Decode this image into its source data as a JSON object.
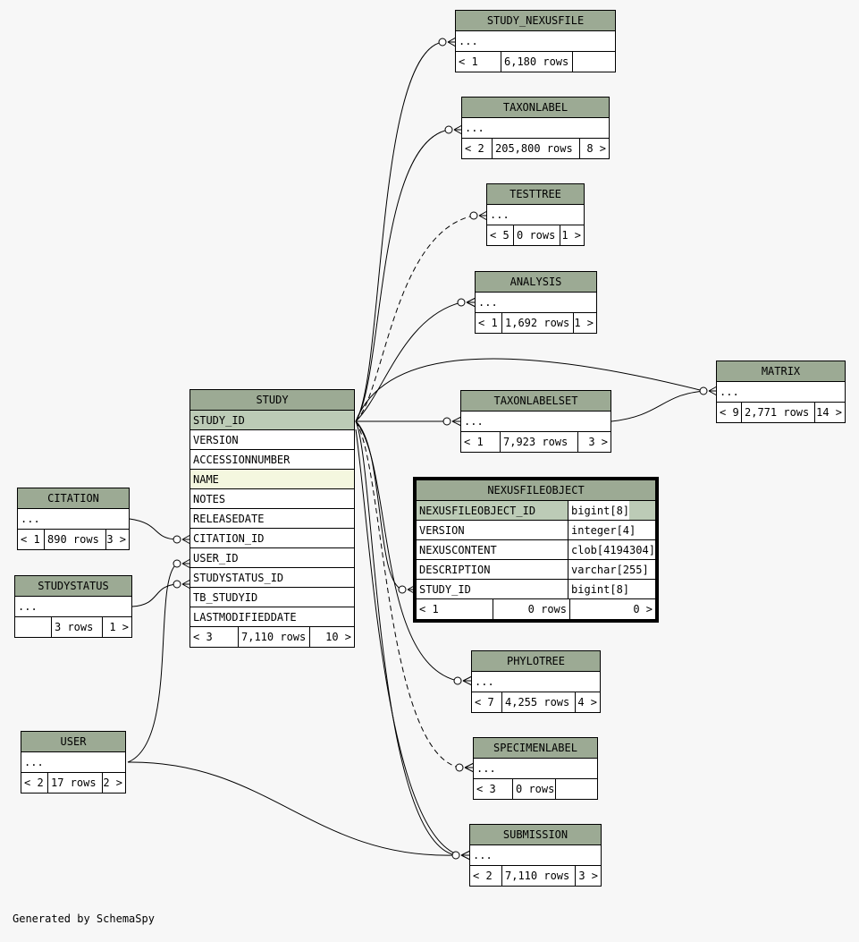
{
  "footer_text": "Generated by SchemaSpy",
  "tables": {
    "study_nexusfile": {
      "name": "STUDY_NEXUSFILE",
      "ellipsis": "...",
      "parents": "< 1",
      "rows": "6,180 rows",
      "children": ""
    },
    "taxonlabel": {
      "name": "TAXONLABEL",
      "ellipsis": "...",
      "parents": "< 2",
      "rows": "205,800 rows",
      "children": "8 >"
    },
    "testtree": {
      "name": "TESTTREE",
      "ellipsis": "...",
      "parents": "< 5",
      "rows": "0 rows",
      "children": "1 >"
    },
    "analysis": {
      "name": "ANALYSIS",
      "ellipsis": "...",
      "parents": "< 1",
      "rows": "1,692 rows",
      "children": "1 >"
    },
    "matrix": {
      "name": "MATRIX",
      "ellipsis": "...",
      "parents": "< 9",
      "rows": "2,771 rows",
      "children": "14 >"
    },
    "taxonlabelset": {
      "name": "TAXONLABELSET",
      "ellipsis": "...",
      "parents": "< 1",
      "rows": "7,923 rows",
      "children": "3 >"
    },
    "study": {
      "name": "STUDY",
      "columns": [
        "STUDY_ID",
        "VERSION",
        "ACCESSIONNUMBER",
        "NAME",
        "NOTES",
        "RELEASEDATE",
        "CITATION_ID",
        "USER_ID",
        "STUDYSTATUS_ID",
        "TB_STUDYID",
        "LASTMODIFIEDDATE"
      ],
      "parents": "< 3",
      "rows": "7,110 rows",
      "children": "10 >"
    },
    "citation": {
      "name": "CITATION",
      "ellipsis": "...",
      "parents": "< 1",
      "rows": "890 rows",
      "children": "3 >"
    },
    "studystatus": {
      "name": "STUDYSTATUS",
      "ellipsis": "...",
      "parents": "",
      "rows": "3 rows",
      "children": "1 >"
    },
    "user": {
      "name": "USER",
      "ellipsis": "...",
      "parents": "< 2",
      "rows": "17 rows",
      "children": "2 >"
    },
    "nexusfileobject": {
      "name": "NEXUSFILEOBJECT",
      "columns": [
        {
          "name": "NEXUSFILEOBJECT_ID",
          "type": "bigint[8]"
        },
        {
          "name": "VERSION",
          "type": "integer[4]"
        },
        {
          "name": "NEXUSCONTENT",
          "type": "clob[4194304]"
        },
        {
          "name": "DESCRIPTION",
          "type": "varchar[255]"
        },
        {
          "name": "STUDY_ID",
          "type": "bigint[8]"
        }
      ],
      "parents": "< 1",
      "rows": "0 rows",
      "children": "0 >"
    },
    "phylotree": {
      "name": "PHYLOTREE",
      "ellipsis": "...",
      "parents": "< 7",
      "rows": "4,255 rows",
      "children": "4 >"
    },
    "specimenlabel": {
      "name": "SPECIMENLABEL",
      "ellipsis": "...",
      "parents": "< 3",
      "rows": "0 rows",
      "children": ""
    },
    "submission": {
      "name": "SUBMISSION",
      "ellipsis": "...",
      "parents": "< 2",
      "rows": "7,110 rows",
      "children": "3 >"
    }
  }
}
